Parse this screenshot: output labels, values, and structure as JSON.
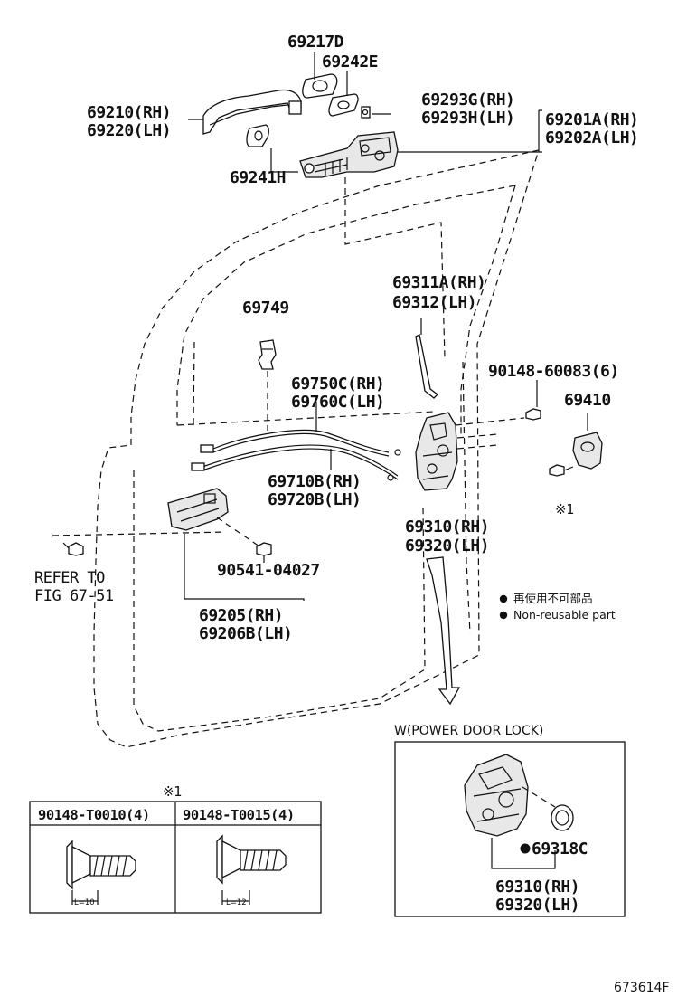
{
  "parts": {
    "p69217D": "69217D",
    "p69242E": "69242E",
    "p69210": "69210(RH)",
    "p69220": "69220(LH)",
    "p69293G": "69293G(RH)",
    "p69293H": "69293H(LH)",
    "p69201A": "69201A(RH)",
    "p69202A": "69202A(LH)",
    "p69241H": "69241H",
    "p69311A": "69311A(RH)",
    "p69312": "69312(LH)",
    "p69749": "69749",
    "p90148_60083": "90148-60083(6)",
    "p69410": "69410",
    "p69750C": "69750C(RH)",
    "p69760C": "69760C(LH)",
    "p69710B": "69710B(RH)",
    "p69720B": "69720B(LH)",
    "p69310": "69310(RH)",
    "p69320": "69320(LH)",
    "mark1": "※1",
    "p90541": "90541-04027",
    "refer1": "REFER TO",
    "refer2": "FIG 67-51",
    "p69205": "69205(RH)",
    "p69206B": "69206B(LH)"
  },
  "legend": {
    "jp": "再使用不可部品",
    "en": "Non-reusable part"
  },
  "inset": {
    "title": "W(POWER DOOR LOCK)",
    "p69318C": "69318C",
    "p69310": "69310(RH)",
    "p69320": "69320(LH)"
  },
  "table": {
    "mark": "※1",
    "col1": "90148-T0010(4)",
    "col2": "90148-T0015(4)",
    "len1": "L=10",
    "len2": "L=12"
  },
  "figure_code": "673614F"
}
